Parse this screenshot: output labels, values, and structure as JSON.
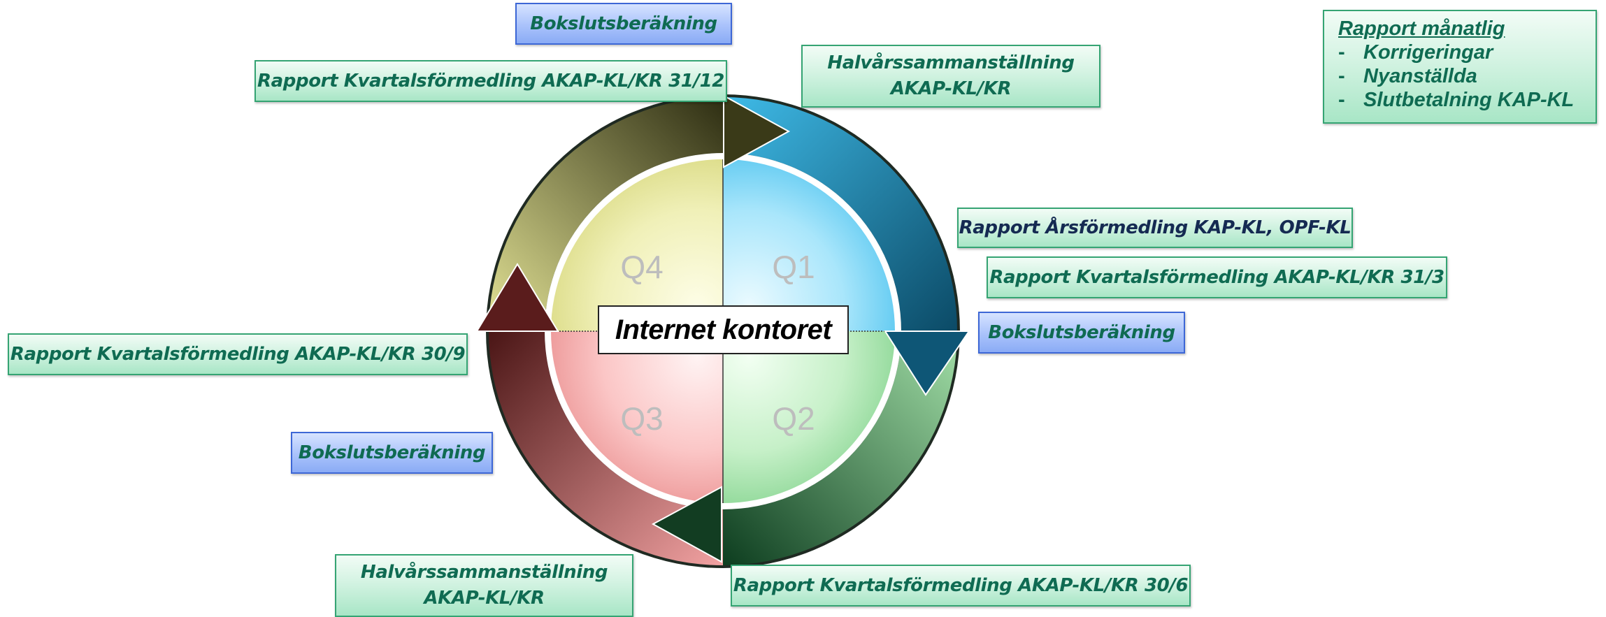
{
  "center_label": "Internet kontoret",
  "quarters": [
    "Q1",
    "Q2",
    "Q3",
    "Q4"
  ],
  "labels": {
    "top_bokslut": "Bokslutsberäkning",
    "kvartal_3112": "Rapport Kvartalsförmedling AKAP-KL/KR 31/12",
    "halvar_top_line1": "Halvårssammanställning",
    "halvar_top_line2": "AKAP-KL/KR",
    "arsformedling": "Rapport Årsförmedling KAP-KL, OPF-KL",
    "kvartal_313": "Rapport Kvartalsförmedling AKAP-KL/KR 31/3",
    "right_bokslut": "Bokslutsberäkning",
    "kvartal_309": "Rapport Kvartalsförmedling AKAP-KL/KR 30/9",
    "left_bokslut": "Bokslutsberäkning",
    "halvar_bottom_line1": "Halvårssammanställning",
    "halvar_bottom_line2": "AKAP-KL/KR",
    "kvartal_306": "Rapport Kvartalsförmedling AKAP-KL/KR 30/6"
  },
  "monthly": {
    "title": "Rapport månatlig",
    "items": [
      "Korrigeringar",
      "Nyanställda",
      "Slutbetalning KAP-KL"
    ]
  },
  "colors": {
    "q1_fill": "#7fd6f6",
    "q2_fill": "#a9e6b0",
    "q3_fill": "#f6a9a9",
    "q4_fill": "#e6e68f",
    "label_text": "#0f6b52",
    "label_text_dark": "#152a52",
    "green_border": "#35a473",
    "blue_border": "#3d67d6"
  }
}
